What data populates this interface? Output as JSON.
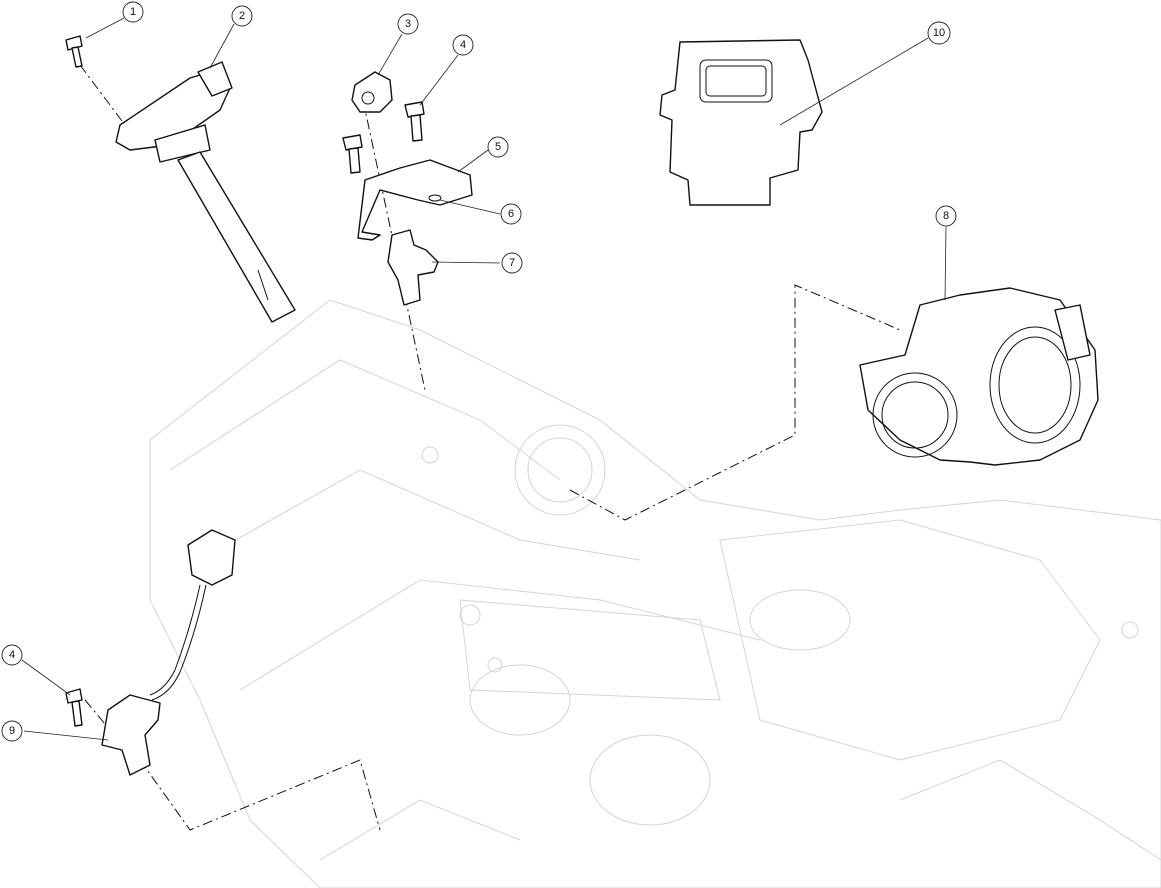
{
  "callouts": [
    {
      "id": "c1",
      "label": "1"
    },
    {
      "id": "c2",
      "label": "2"
    },
    {
      "id": "c3",
      "label": "3"
    },
    {
      "id": "c4a",
      "label": "4"
    },
    {
      "id": "c5",
      "label": "5"
    },
    {
      "id": "c6",
      "label": "6"
    },
    {
      "id": "c7",
      "label": "7"
    },
    {
      "id": "c8",
      "label": "8"
    },
    {
      "id": "c4b",
      "label": "4"
    },
    {
      "id": "c9",
      "label": "9"
    },
    {
      "id": "c10",
      "label": "10"
    }
  ]
}
